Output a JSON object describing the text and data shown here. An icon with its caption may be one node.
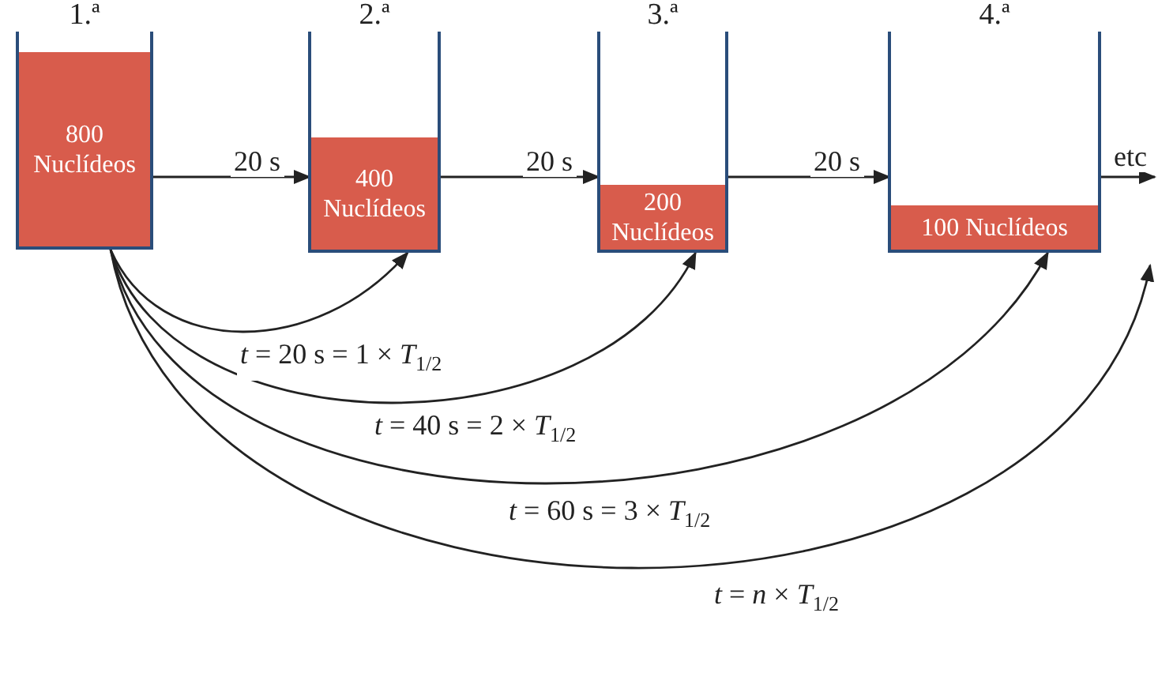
{
  "diagram": {
    "nodes": [
      {
        "text": [
          "1.ª",
          "800 Nuclídeos"
        ]
      },
      {
        "text": [
          "2.ª",
          "400 Nuclídeos"
        ]
      },
      {
        "text": [
          "3.ª",
          "200 Nuclídeos"
        ]
      },
      {
        "text": [
          "4.ª",
          "100 Nuclídeos"
        ]
      }
    ],
    "edges": [
      {
        "from": 0,
        "to": 1,
        "arrow": "to",
        "label": "20 s"
      },
      {
        "from": 1,
        "to": 2,
        "arrow": "to",
        "label": "20 s"
      },
      {
        "from": 2,
        "to": 3,
        "arrow": "to",
        "label": "20 s"
      },
      {
        "from": 3,
        "to": null,
        "arrow": "to",
        "label": "etc"
      },
      {
        "from": 0,
        "to": 1,
        "arrow": "to",
        "label": "*t* = 20 s = 1 × *T*$_{1/2}$"
      },
      {
        "from": 0,
        "to": 2,
        "arrow": "to",
        "label": "*t* = 40 s = 2 × *T*$_{1/2}$"
      },
      {
        "from": 0,
        "to": 3,
        "arrow": "to",
        "label": "*t* = 60 s = 3 × *T*$_{1/2}$"
      },
      {
        "from": 0,
        "to": null,
        "arrow": "to",
        "label": "*t* = *n* × *T*$_{1/2}$"
      }
    ]
  }
}
